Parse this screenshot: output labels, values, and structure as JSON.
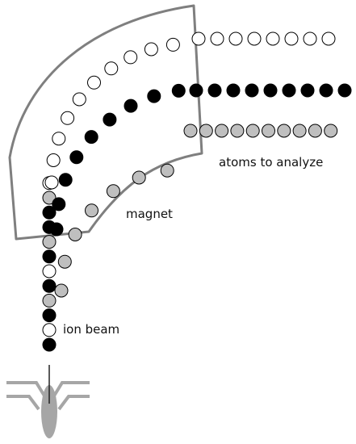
{
  "labels": {
    "atoms": "atoms to analyze",
    "magnet": "magnet",
    "ion_beam": "ion beam"
  },
  "colors": {
    "outline": "#7f7f7f",
    "black_atom": "#000000",
    "gray_atom": "#bfbfbf",
    "white_atom": "#ffffff",
    "atom_stroke": "#000000",
    "source_body": "#a6a6a6",
    "text": "#111111"
  },
  "beam_sequence": [
    "black",
    "white",
    "black",
    "gray",
    "black",
    "white",
    "black",
    "gray",
    "black",
    "black",
    "gray",
    "white"
  ],
  "tracks": {
    "white": "light",
    "black": "medium",
    "gray": "heavy"
  }
}
